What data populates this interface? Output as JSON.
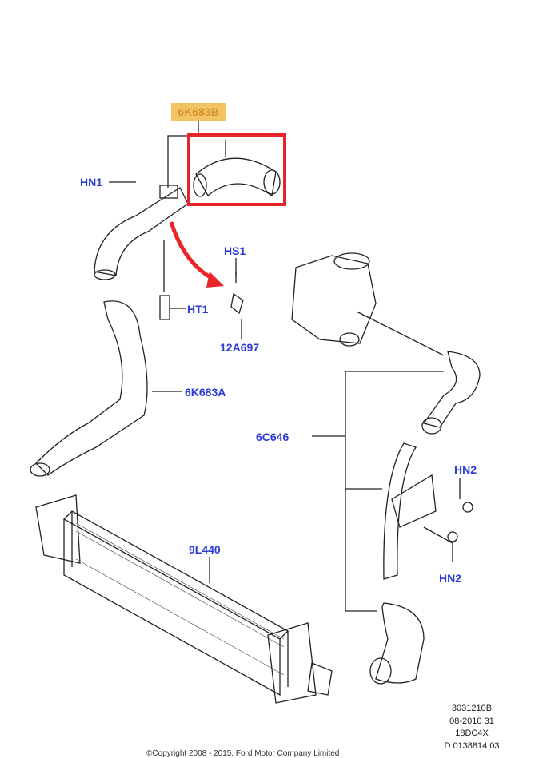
{
  "highlighted_part": "6K683B",
  "labels": {
    "hn1": "HN1",
    "hs1": "HS1",
    "ht1": "HT1",
    "p12a697": "12A697",
    "p6k683a": "6K683A",
    "p6c646": "6C646",
    "hn2_top": "HN2",
    "hn2_bottom": "HN2",
    "p9l440": "9L440"
  },
  "meta": [
    "3031210B",
    "08-2010 31",
    "18DC4X",
    "D 0138814 03"
  ],
  "copyright": "©Copyright 2008 - 2015, Ford Motor Company Limited",
  "colors": {
    "highlight_box": "#e8262a",
    "label_blue": "#2a3bd6",
    "tag_bg": "#f4c463",
    "arrow": "#e8262a"
  }
}
